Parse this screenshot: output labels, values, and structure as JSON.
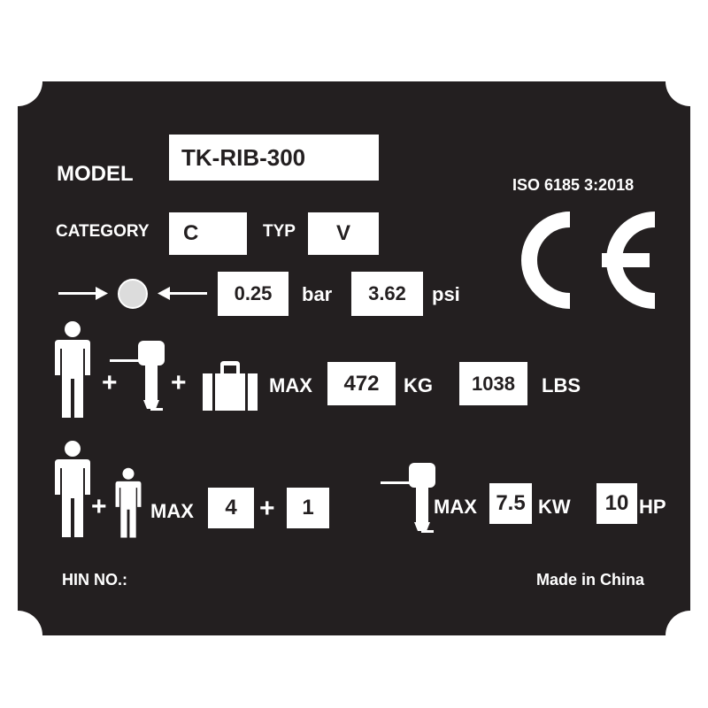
{
  "colors": {
    "plate": "#231f20",
    "ink": "#ffffff"
  },
  "labels": {
    "model": "MODEL",
    "category": "CATEGORY",
    "typ": "TYP",
    "bar": "bar",
    "psi": "psi",
    "max": "MAX",
    "kg": "KG",
    "lbs": "LBS",
    "kw": "KW",
    "hp": "HP",
    "plus": "+",
    "hin": "HIN NO.:",
    "made_in": "Made in China"
  },
  "values": {
    "model": "TK-RIB-300",
    "category": "C",
    "typ": "V",
    "pressure_bar": "0.25",
    "pressure_psi": "3.62",
    "max_load_kg": "472",
    "max_load_lbs": "1038",
    "max_adults": "4",
    "max_children": "1",
    "max_power_kw": "7.5",
    "max_power_hp": "10"
  },
  "certification": {
    "standard": "ISO 6185 3:2018",
    "mark": "CE"
  },
  "icons": [
    "arrow-right-icon",
    "pressure-dot-icon",
    "arrow-left-icon",
    "adult-person-icon",
    "outboard-motor-icon",
    "luggage-icon",
    "child-person-icon",
    "ce-mark-icon"
  ]
}
